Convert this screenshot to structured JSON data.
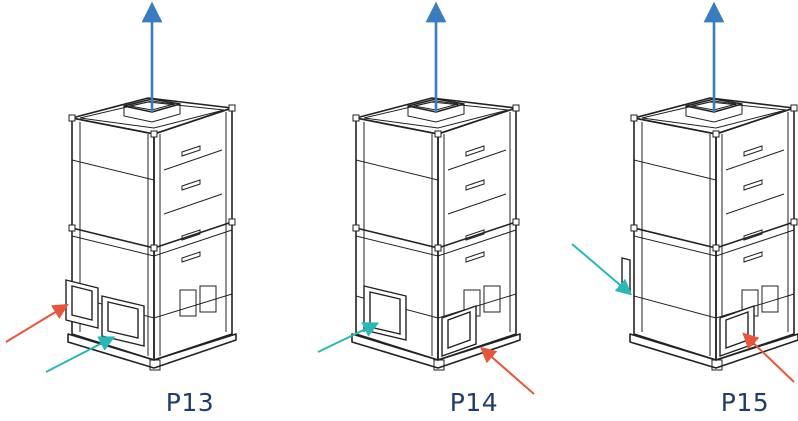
{
  "colors": {
    "line": "#222222",
    "exhaust_arrow": "#3a7cc0",
    "supply_arrow": "#2ab7b7",
    "return_arrow": "#e8553a",
    "label": "#1f3d6b"
  },
  "units": [
    {
      "label": "P13",
      "icon": "ahu-unit-icon"
    },
    {
      "label": "P14",
      "icon": "ahu-unit-icon"
    },
    {
      "label": "P15",
      "icon": "ahu-unit-icon"
    }
  ]
}
